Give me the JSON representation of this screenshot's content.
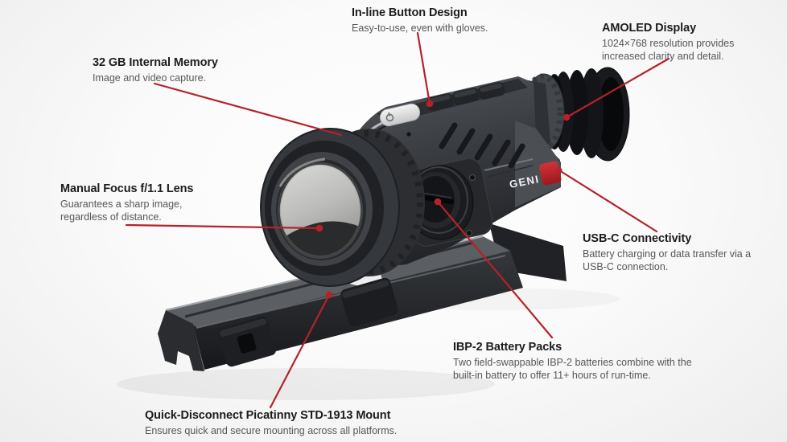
{
  "page": {
    "type": "product-feature-diagram",
    "image_alt": "Thermal riflescope on a quick-disconnect Picatinny mount with feature callouts"
  },
  "product": {
    "logo_text": "GENI"
  },
  "colors": {
    "callout_line_red": "#b5222a",
    "brand_badge_red": "#c1272d",
    "title_text": "#1c1c1e",
    "description_text": "#56575b",
    "background": "#f4f4f4"
  },
  "callouts": [
    {
      "id": "inline-button-design",
      "title": "In-line Button Design",
      "description": "Easy-to-use, even with gloves."
    },
    {
      "id": "amoled-display",
      "title": "AMOLED Display",
      "description": "1024×768 resolution provides increased clarity and detail."
    },
    {
      "id": "internal-memory",
      "title": "32 GB Internal Memory",
      "description": "Image and video capture."
    },
    {
      "id": "manual-focus-lens",
      "title": "Manual Focus f/1.1 Lens",
      "description": "Guarantees a sharp image, regardless of distance."
    },
    {
      "id": "usb-c-connectivity",
      "title": "USB-C Connectivity",
      "description": "Battery charging or data transfer via a USB-C connection."
    },
    {
      "id": "battery-packs",
      "title": "IBP-2 Battery Packs",
      "description": "Two field-swappable IBP-2 batteries combine with the built-in battery to offer 11+ hours of run-time."
    },
    {
      "id": "picatinny-mount",
      "title": "Quick-Disconnect Picatinny STD-1913 Mount",
      "description": "Ensures quick and secure mounting across all platforms."
    }
  ]
}
